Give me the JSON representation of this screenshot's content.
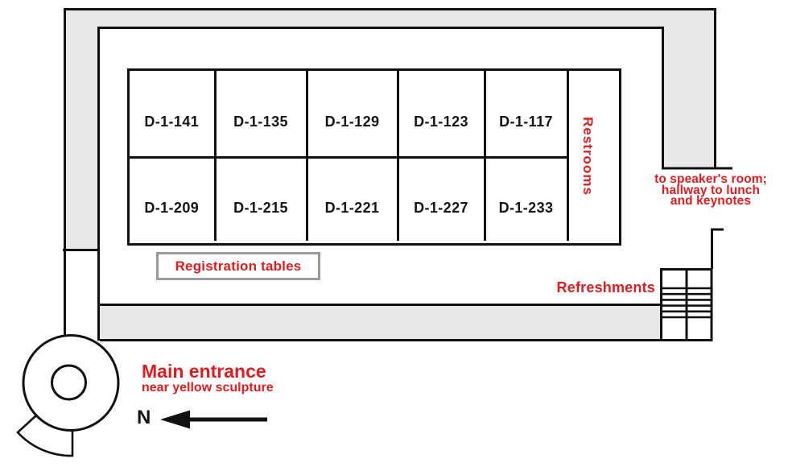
{
  "palette": {
    "red": "#e11b1e",
    "wall": "#111111",
    "hallway_gray": "#e8e8e8",
    "box_border": "#9a9a9a"
  },
  "rooms": {
    "top": [
      "D-1-141",
      "D-1-135",
      "D-1-129",
      "D-1-123",
      "D-1-117"
    ],
    "bottom": [
      "D-1-209",
      "D-1-215",
      "D-1-221",
      "D-1-227",
      "D-1-233"
    ]
  },
  "labels": {
    "restrooms": "Restrooms",
    "registration_tables": "Registration tables",
    "refreshments": "Refreshments",
    "speaker_note_lines": [
      "to speaker's room;",
      "hallway to lunch",
      "and keynotes"
    ],
    "main_entrance_title": "Main entrance",
    "main_entrance_subtitle": "near yellow sculpture",
    "north": "N"
  }
}
